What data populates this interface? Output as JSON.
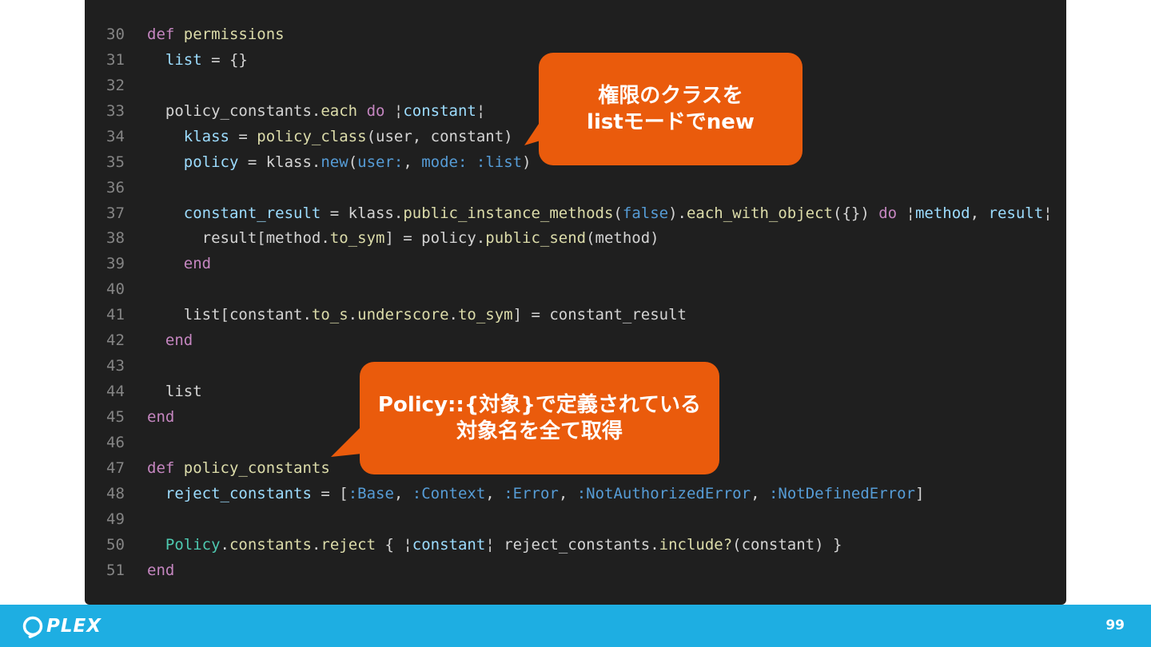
{
  "code": {
    "lines": [
      {
        "n": "30",
        "tokens": [
          {
            "t": "def",
            "c": "kw"
          },
          {
            "t": " ",
            "c": "pl"
          },
          {
            "t": "permissions",
            "c": "fn"
          }
        ]
      },
      {
        "n": "31",
        "tokens": [
          {
            "t": "  ",
            "c": "pl"
          },
          {
            "t": "list",
            "c": "var"
          },
          {
            "t": " = {}",
            "c": "pl"
          }
        ]
      },
      {
        "n": "32",
        "tokens": []
      },
      {
        "n": "33",
        "tokens": [
          {
            "t": "  policy_constants.",
            "c": "pl"
          },
          {
            "t": "each",
            "c": "fn"
          },
          {
            "t": " ",
            "c": "pl"
          },
          {
            "t": "do",
            "c": "kw"
          },
          {
            "t": " ¦",
            "c": "pl"
          },
          {
            "t": "constant",
            "c": "var"
          },
          {
            "t": "¦",
            "c": "pl"
          }
        ]
      },
      {
        "n": "34",
        "tokens": [
          {
            "t": "    ",
            "c": "pl"
          },
          {
            "t": "klass",
            "c": "var"
          },
          {
            "t": " = ",
            "c": "pl"
          },
          {
            "t": "policy_class",
            "c": "fn"
          },
          {
            "t": "(user, constant)",
            "c": "pl"
          }
        ]
      },
      {
        "n": "35",
        "tokens": [
          {
            "t": "    ",
            "c": "pl"
          },
          {
            "t": "policy",
            "c": "var"
          },
          {
            "t": " = klass.",
            "c": "pl"
          },
          {
            "t": "new",
            "c": "sym"
          },
          {
            "t": "(",
            "c": "pl"
          },
          {
            "t": "user:",
            "c": "sym"
          },
          {
            "t": ", ",
            "c": "pl"
          },
          {
            "t": "mode:",
            "c": "sym"
          },
          {
            "t": " ",
            "c": "pl"
          },
          {
            "t": ":list",
            "c": "sym"
          },
          {
            "t": ")",
            "c": "pl"
          }
        ]
      },
      {
        "n": "36",
        "tokens": []
      },
      {
        "n": "37",
        "tokens": [
          {
            "t": "    ",
            "c": "pl"
          },
          {
            "t": "constant_result",
            "c": "var"
          },
          {
            "t": " = klass.",
            "c": "pl"
          },
          {
            "t": "public_instance_methods",
            "c": "fn"
          },
          {
            "t": "(",
            "c": "pl"
          },
          {
            "t": "false",
            "c": "sym"
          },
          {
            "t": ").",
            "c": "pl"
          },
          {
            "t": "each_with_object",
            "c": "fn"
          },
          {
            "t": "({}) ",
            "c": "pl"
          },
          {
            "t": "do",
            "c": "kw"
          },
          {
            "t": " ¦",
            "c": "pl"
          },
          {
            "t": "method",
            "c": "var"
          },
          {
            "t": ", ",
            "c": "pl"
          },
          {
            "t": "result",
            "c": "var"
          },
          {
            "t": "¦",
            "c": "pl"
          }
        ]
      },
      {
        "n": "38",
        "tokens": [
          {
            "t": "      result[method.",
            "c": "pl"
          },
          {
            "t": "to_sym",
            "c": "fn"
          },
          {
            "t": "] = policy.",
            "c": "pl"
          },
          {
            "t": "public_send",
            "c": "fn"
          },
          {
            "t": "(method)",
            "c": "pl"
          }
        ]
      },
      {
        "n": "39",
        "tokens": [
          {
            "t": "    ",
            "c": "pl"
          },
          {
            "t": "end",
            "c": "kw"
          }
        ]
      },
      {
        "n": "40",
        "tokens": []
      },
      {
        "n": "41",
        "tokens": [
          {
            "t": "    list[constant.",
            "c": "pl"
          },
          {
            "t": "to_s",
            "c": "fn"
          },
          {
            "t": ".",
            "c": "pl"
          },
          {
            "t": "underscore",
            "c": "fn"
          },
          {
            "t": ".",
            "c": "pl"
          },
          {
            "t": "to_sym",
            "c": "fn"
          },
          {
            "t": "] = constant_result",
            "c": "pl"
          }
        ]
      },
      {
        "n": "42",
        "tokens": [
          {
            "t": "  ",
            "c": "pl"
          },
          {
            "t": "end",
            "c": "kw"
          }
        ]
      },
      {
        "n": "43",
        "tokens": []
      },
      {
        "n": "44",
        "tokens": [
          {
            "t": "  list",
            "c": "pl"
          }
        ]
      },
      {
        "n": "45",
        "tokens": [
          {
            "t": "end",
            "c": "kw"
          }
        ]
      },
      {
        "n": "46",
        "tokens": []
      },
      {
        "n": "47",
        "tokens": [
          {
            "t": "def",
            "c": "kw"
          },
          {
            "t": " ",
            "c": "pl"
          },
          {
            "t": "policy_constants",
            "c": "fn"
          }
        ]
      },
      {
        "n": "48",
        "tokens": [
          {
            "t": "  ",
            "c": "pl"
          },
          {
            "t": "reject_constants",
            "c": "var"
          },
          {
            "t": " = [",
            "c": "pl"
          },
          {
            "t": ":Base",
            "c": "sym"
          },
          {
            "t": ", ",
            "c": "pl"
          },
          {
            "t": ":Context",
            "c": "sym"
          },
          {
            "t": ", ",
            "c": "pl"
          },
          {
            "t": ":Error",
            "c": "sym"
          },
          {
            "t": ", ",
            "c": "pl"
          },
          {
            "t": ":NotAuthorizedError",
            "c": "sym"
          },
          {
            "t": ", ",
            "c": "pl"
          },
          {
            "t": ":NotDefinedError",
            "c": "sym"
          },
          {
            "t": "]",
            "c": "pl"
          }
        ]
      },
      {
        "n": "49",
        "tokens": []
      },
      {
        "n": "50",
        "tokens": [
          {
            "t": "  ",
            "c": "pl"
          },
          {
            "t": "Policy",
            "c": "cls"
          },
          {
            "t": ".",
            "c": "pl"
          },
          {
            "t": "constants",
            "c": "fn"
          },
          {
            "t": ".",
            "c": "pl"
          },
          {
            "t": "reject",
            "c": "fn"
          },
          {
            "t": " { ¦",
            "c": "pl"
          },
          {
            "t": "constant",
            "c": "var"
          },
          {
            "t": "¦ reject_constants.",
            "c": "pl"
          },
          {
            "t": "include?",
            "c": "fn"
          },
          {
            "t": "(constant) }",
            "c": "pl"
          }
        ]
      },
      {
        "n": "51",
        "tokens": [
          {
            "t": "end",
            "c": "kw"
          }
        ]
      }
    ]
  },
  "callouts": {
    "first": {
      "line1": "権限のクラスを",
      "line2": "listモードでnew"
    },
    "second": {
      "line1": "Policy::{対象}で定義されている",
      "line2": "対象名を全て取得"
    }
  },
  "footer": {
    "logo_text": "PLEX",
    "page_number": "99"
  },
  "colors": {
    "editor_bg": "#1f1f1f",
    "callout": "#ea5b0c",
    "footer": "#1eaee2"
  }
}
